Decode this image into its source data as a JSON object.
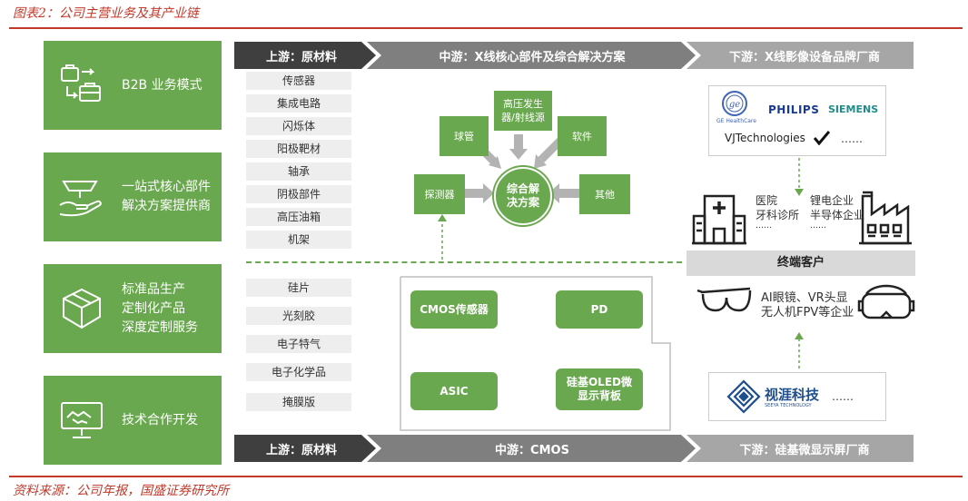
{
  "caption": "图表2：公司主营业务及其产业链",
  "source": "资料来源：公司年报，国盛证券研究所",
  "business_models": [
    {
      "label": "B2B 业务模式",
      "icon": "briefcase-icon"
    },
    {
      "label": "一站式核心部件\n解决方案提供商",
      "icon": "hand-solution-icon"
    },
    {
      "label": "标准品生产\n定制化产品\n深度定制服务",
      "icon": "cube-icon"
    },
    {
      "label": "技术合作开发",
      "icon": "handshake-monitor-icon"
    }
  ],
  "top_chain": {
    "upstream": "上游：原材料",
    "midstream": "中游：X线核心部件及综合解决方案",
    "downstream": "下游：X线影像设备品牌厂商"
  },
  "bottom_chain": {
    "upstream": "上游：原材料",
    "midstream": "中游：CMOS",
    "downstream": "下游：硅基微显示屏厂商"
  },
  "xray_materials": [
    "传感器",
    "集成电路",
    "闪烁体",
    "阳极靶材",
    "轴承",
    "阴极部件",
    "高压油箱",
    "机架"
  ],
  "cmos_materials": [
    "硅片",
    "光刻胶",
    "电子特气",
    "电子化学品",
    "掩膜版"
  ],
  "xray_core": {
    "center": "综合解\n决方案",
    "satellites": {
      "hv": "高压发生\n器/射线源",
      "tube": "球管",
      "software": "软件",
      "detector": "探测器",
      "other": "其他"
    }
  },
  "cmos_products": [
    "CMOS传感器",
    "PD",
    "ASIC",
    "硅基OLED微\n显示背板"
  ],
  "xray_brands": {
    "ge": "GE HealthCare",
    "philips": "PHILIPS",
    "siemens": "SIEMENS",
    "vj": "VJTechnologies",
    "more": "……"
  },
  "end_customer": {
    "title": "终端客户",
    "left": [
      "医院",
      "牙科诊所",
      "……"
    ],
    "right": [
      "锂电企业",
      "半导体企业",
      "……"
    ],
    "cmos_text": [
      "AI眼镜、VR头显",
      "无人机FPV等企业"
    ]
  },
  "cmos_brand": {
    "name": "视涯科技",
    "sub": "SEEYA TECHNOLOGY",
    "more": "……"
  },
  "colors": {
    "accent_green": "#6aa84f",
    "caption_red": "#c0392b",
    "dark_arrow": "#3f3f3f",
    "mid_arrow": "#7f7f7f",
    "light_arrow": "#a6a6a6"
  }
}
